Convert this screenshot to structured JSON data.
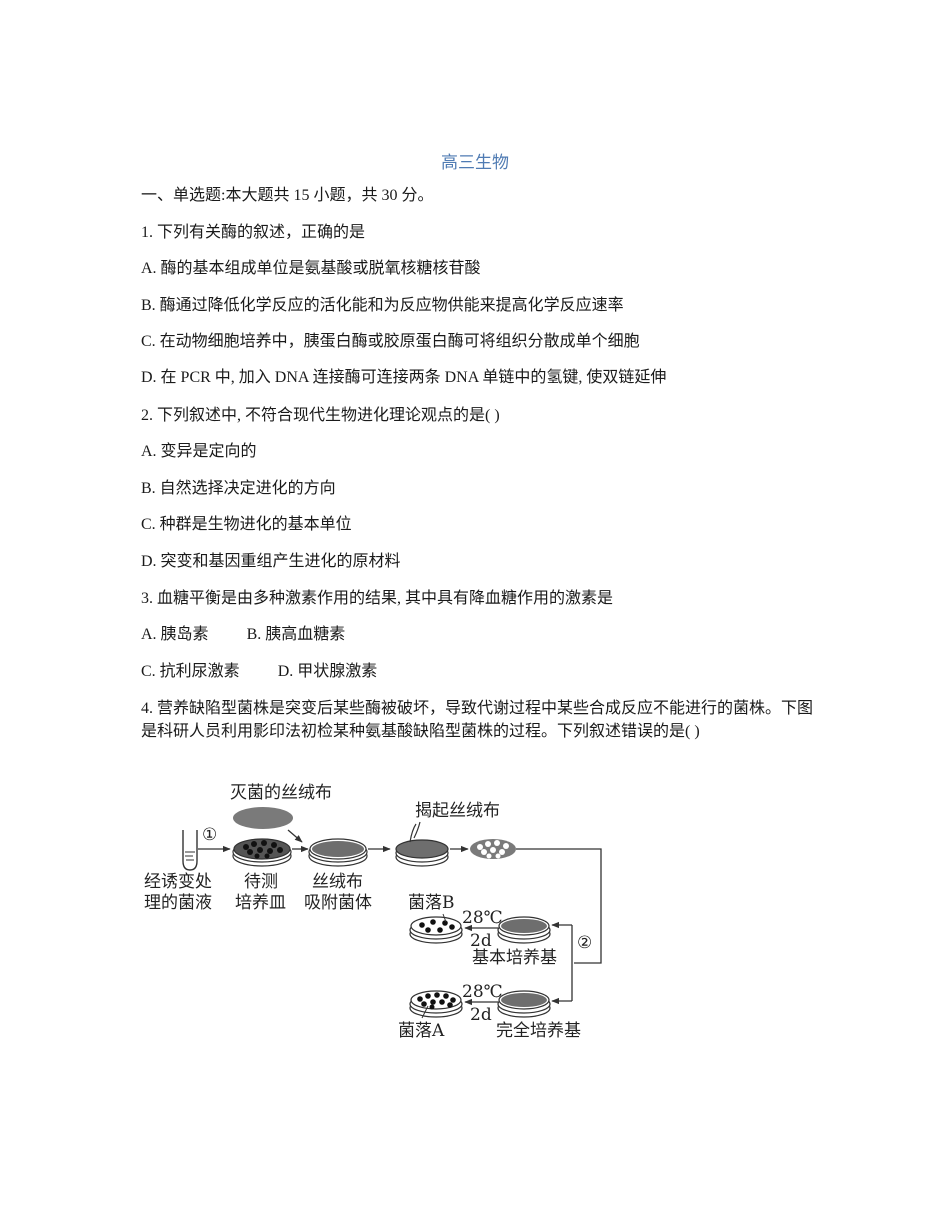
{
  "document": {
    "title": "高三生物",
    "section_header": "一、单选题:本大题共  15 小题，共  30 分。"
  },
  "questions": [
    {
      "stem": "1. 下列有关酶的叙述，正确的是",
      "options": [
        "A. 酶的基本组成单位是氨基酸或脱氧核糖核苷酸",
        "B. 酶通过降低化学反应的活化能和为反应物供能来提高化学反应速率",
        "C. 在动物细胞培养中，胰蛋白酶或胶原蛋白酶可将组织分散成单个细胞",
        "D. 在  PCR 中, 加入  DNA 连接酶可连接两条  DNA 单链中的氢键, 使双链延伸"
      ]
    },
    {
      "stem": "2. 下列叙述中, 不符合现代生物进化理论观点的是(     )",
      "options": [
        "A. 变异是定向的",
        "B. 自然选择决定进化的方向",
        "C. 种群是生物进化的基本单位",
        "D. 突变和基因重组产生进化的原材料"
      ]
    },
    {
      "stem": "3. 血糖平衡是由多种激素作用的结果, 其中具有降血糖作用的激素是",
      "options": [
        "A. 胰岛素",
        "B. 胰高血糖素",
        "C. 抗利尿激素",
        "D. 甲状腺激素"
      ]
    },
    {
      "stem": "4. 营养缺陷型菌株是突变后某些酶被破坏，导致代谢过程中某些合成反应不能进行的菌株。下图是科研人员利用影印法初检某种氨基酸缺陷型菌株的过程。下列叙述错误的是(     )"
    }
  ],
  "diagram": {
    "labels": {
      "sterile_velvet": "灭菌的丝绒布",
      "lift_velvet": "揭起丝绒布",
      "step1": "①",
      "step2": "②",
      "mutagen_line1": "经诱变处",
      "mutagen_line2": "理的菌液",
      "test_plate_line1": "待测",
      "test_plate_line2": "培养皿",
      "velvet_line1": "丝绒布",
      "velvet_line2": "吸附菌体",
      "colony_b": "菌落B",
      "colony_a": "菌落A",
      "temp_top": "28℃",
      "time_top": "2d",
      "temp_bottom": "28℃",
      "time_bottom": "2d",
      "basic_medium": "基本培养基",
      "complete_medium": "完全培养基"
    },
    "colors": {
      "gray_fill": "#6e6e6e",
      "dark": "#1f1f1f",
      "line": "#333333"
    }
  }
}
